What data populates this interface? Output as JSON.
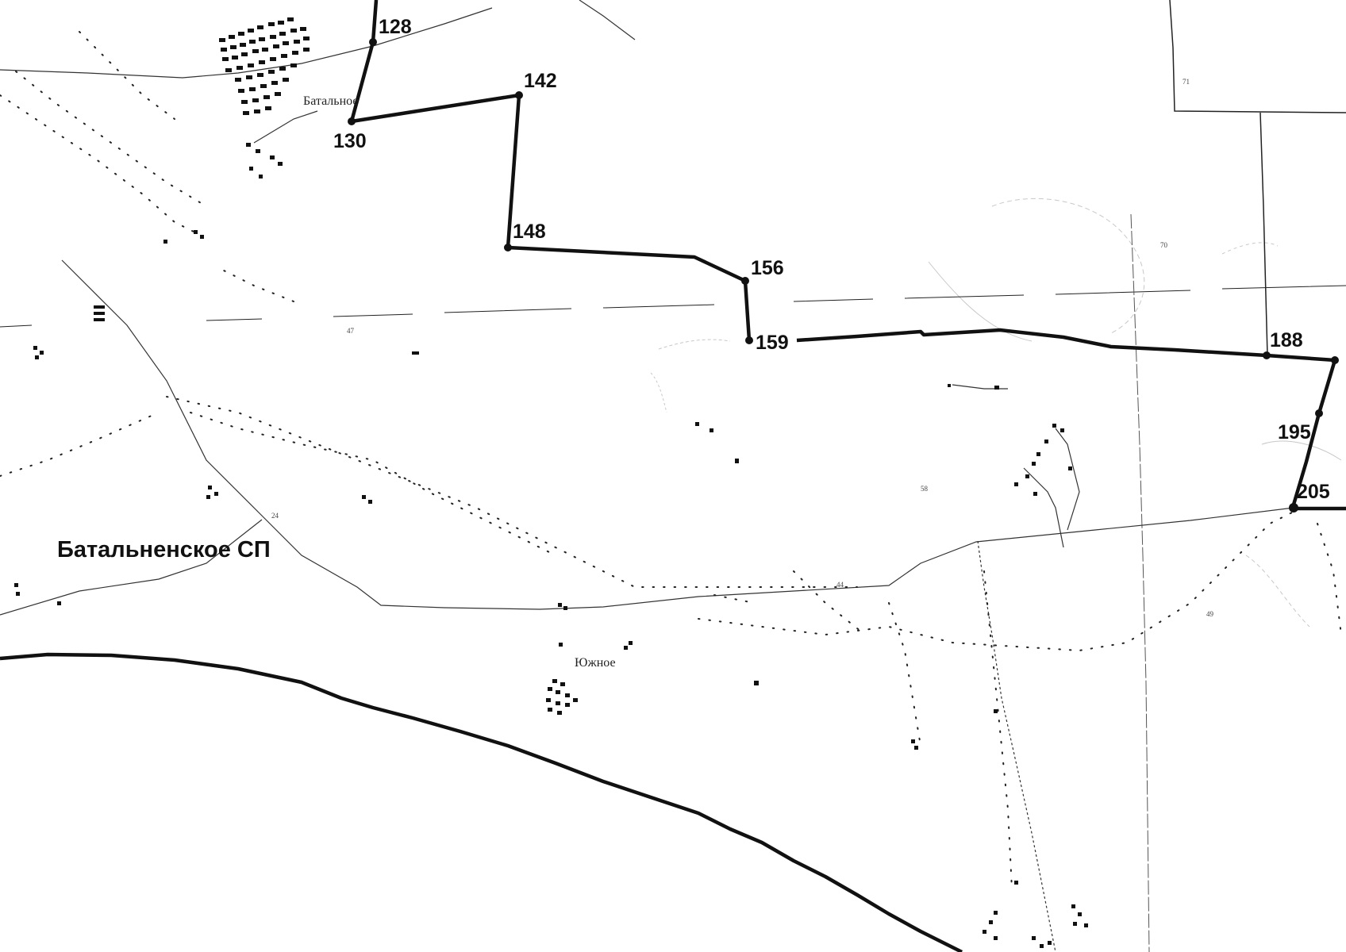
{
  "region_label": "Батальненское СП",
  "settlements": {
    "batalnoe": "Батальное",
    "yuzhnoe": "Южное"
  },
  "point_labels": {
    "p128": "128",
    "p130": "130",
    "p142": "142",
    "p148": "148",
    "p156": "156",
    "p159": "159",
    "p188": "188",
    "p195": "195",
    "p205": "205"
  },
  "minor_marks": {
    "m47": "47",
    "m70": "70",
    "m71": "71",
    "m58": "58",
    "m49": "49",
    "m24": "24",
    "m44": "44"
  },
  "colors": {
    "boundary": "#111111",
    "thin_line": "#333333",
    "dots": "#222222",
    "faint": "#bbbbbb"
  }
}
